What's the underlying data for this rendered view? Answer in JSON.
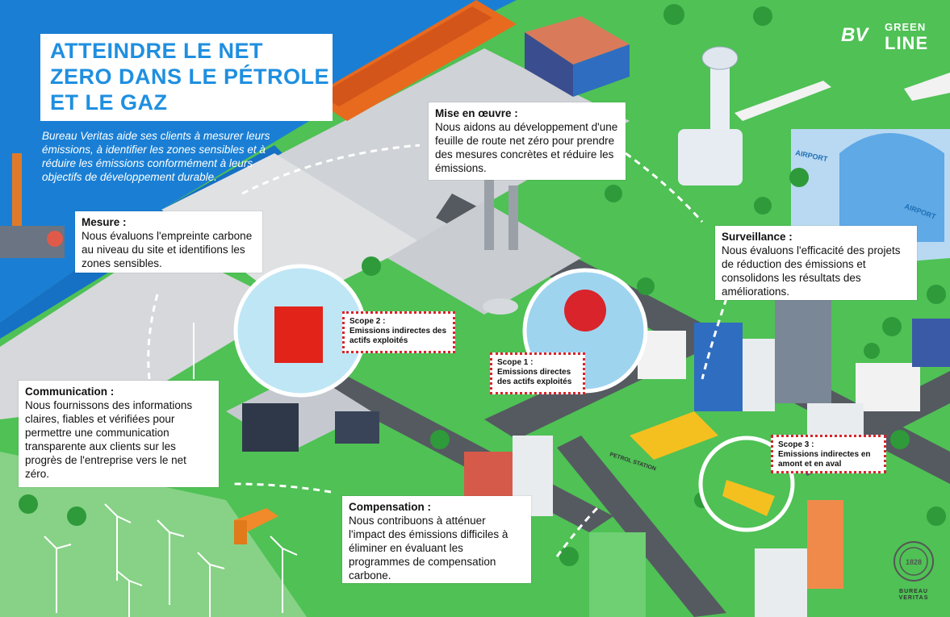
{
  "title": {
    "line1": "ATTEINDRE LE NET",
    "line2": "ZERO DANS LE PÉTROLE",
    "line3": "ET LE GAZ"
  },
  "intro": "Bureau Veritas aide ses clients à mesurer leurs émissions, à identifier les zones sensibles et à réduire les émissions conformément à leurs objectifs de développement durable.",
  "logo": {
    "bv": "BV",
    "green": "GREEN",
    "line": "LINE",
    "seal_year": "1828",
    "seal_line1": "BUREAU",
    "seal_line2": "VERITAS"
  },
  "steps": {
    "mesure": {
      "title": "Mesure :",
      "text": "Nous évaluons l'empreinte carbone au niveau du site et identifions les zones sensibles."
    },
    "mise_en_oeuvre": {
      "title": "Mise en œuvre :",
      "text": "Nous aidons au développement d'une feuille de route net zéro pour prendre des mesures concrètes et réduire les émissions."
    },
    "surveillance": {
      "title": "Surveillance :",
      "text": "Nous évaluons l'efficacité des projets de réduction des émissions et consolidons les résultats des améliorations."
    },
    "communication": {
      "title": "Communication :",
      "text": "Nous fournissons des informations claires, fiables et vérifiées pour permettre une communication transparente aux clients sur les progrès de l'entreprise vers le net zéro."
    },
    "compensation": {
      "title": "Compensation :",
      "text": "Nous contribuons à atténuer l'impact des émissions difficiles à éliminer en évaluant les programmes de compensation carbone."
    }
  },
  "scopes": {
    "scope1": {
      "title": "Scope 1 :",
      "text": "Emissions directes des actifs exploités"
    },
    "scope2": {
      "title": "Scope 2 :",
      "text": "Emissions indirectes des actifs exploités"
    },
    "scope3": {
      "title": "Scope 3 :",
      "text": "Emissions indirectes en amont et en aval"
    }
  },
  "scene_labels": {
    "airport1": "AIRPORT",
    "airport2": "AIRPORT",
    "petrol": "PETROL STATION"
  },
  "colors": {
    "sea": "#1a7fd4",
    "grass": "#4fc155",
    "road": "#555a60",
    "title_blue": "#1f8fe0",
    "scope_red": "#d8242a"
  }
}
